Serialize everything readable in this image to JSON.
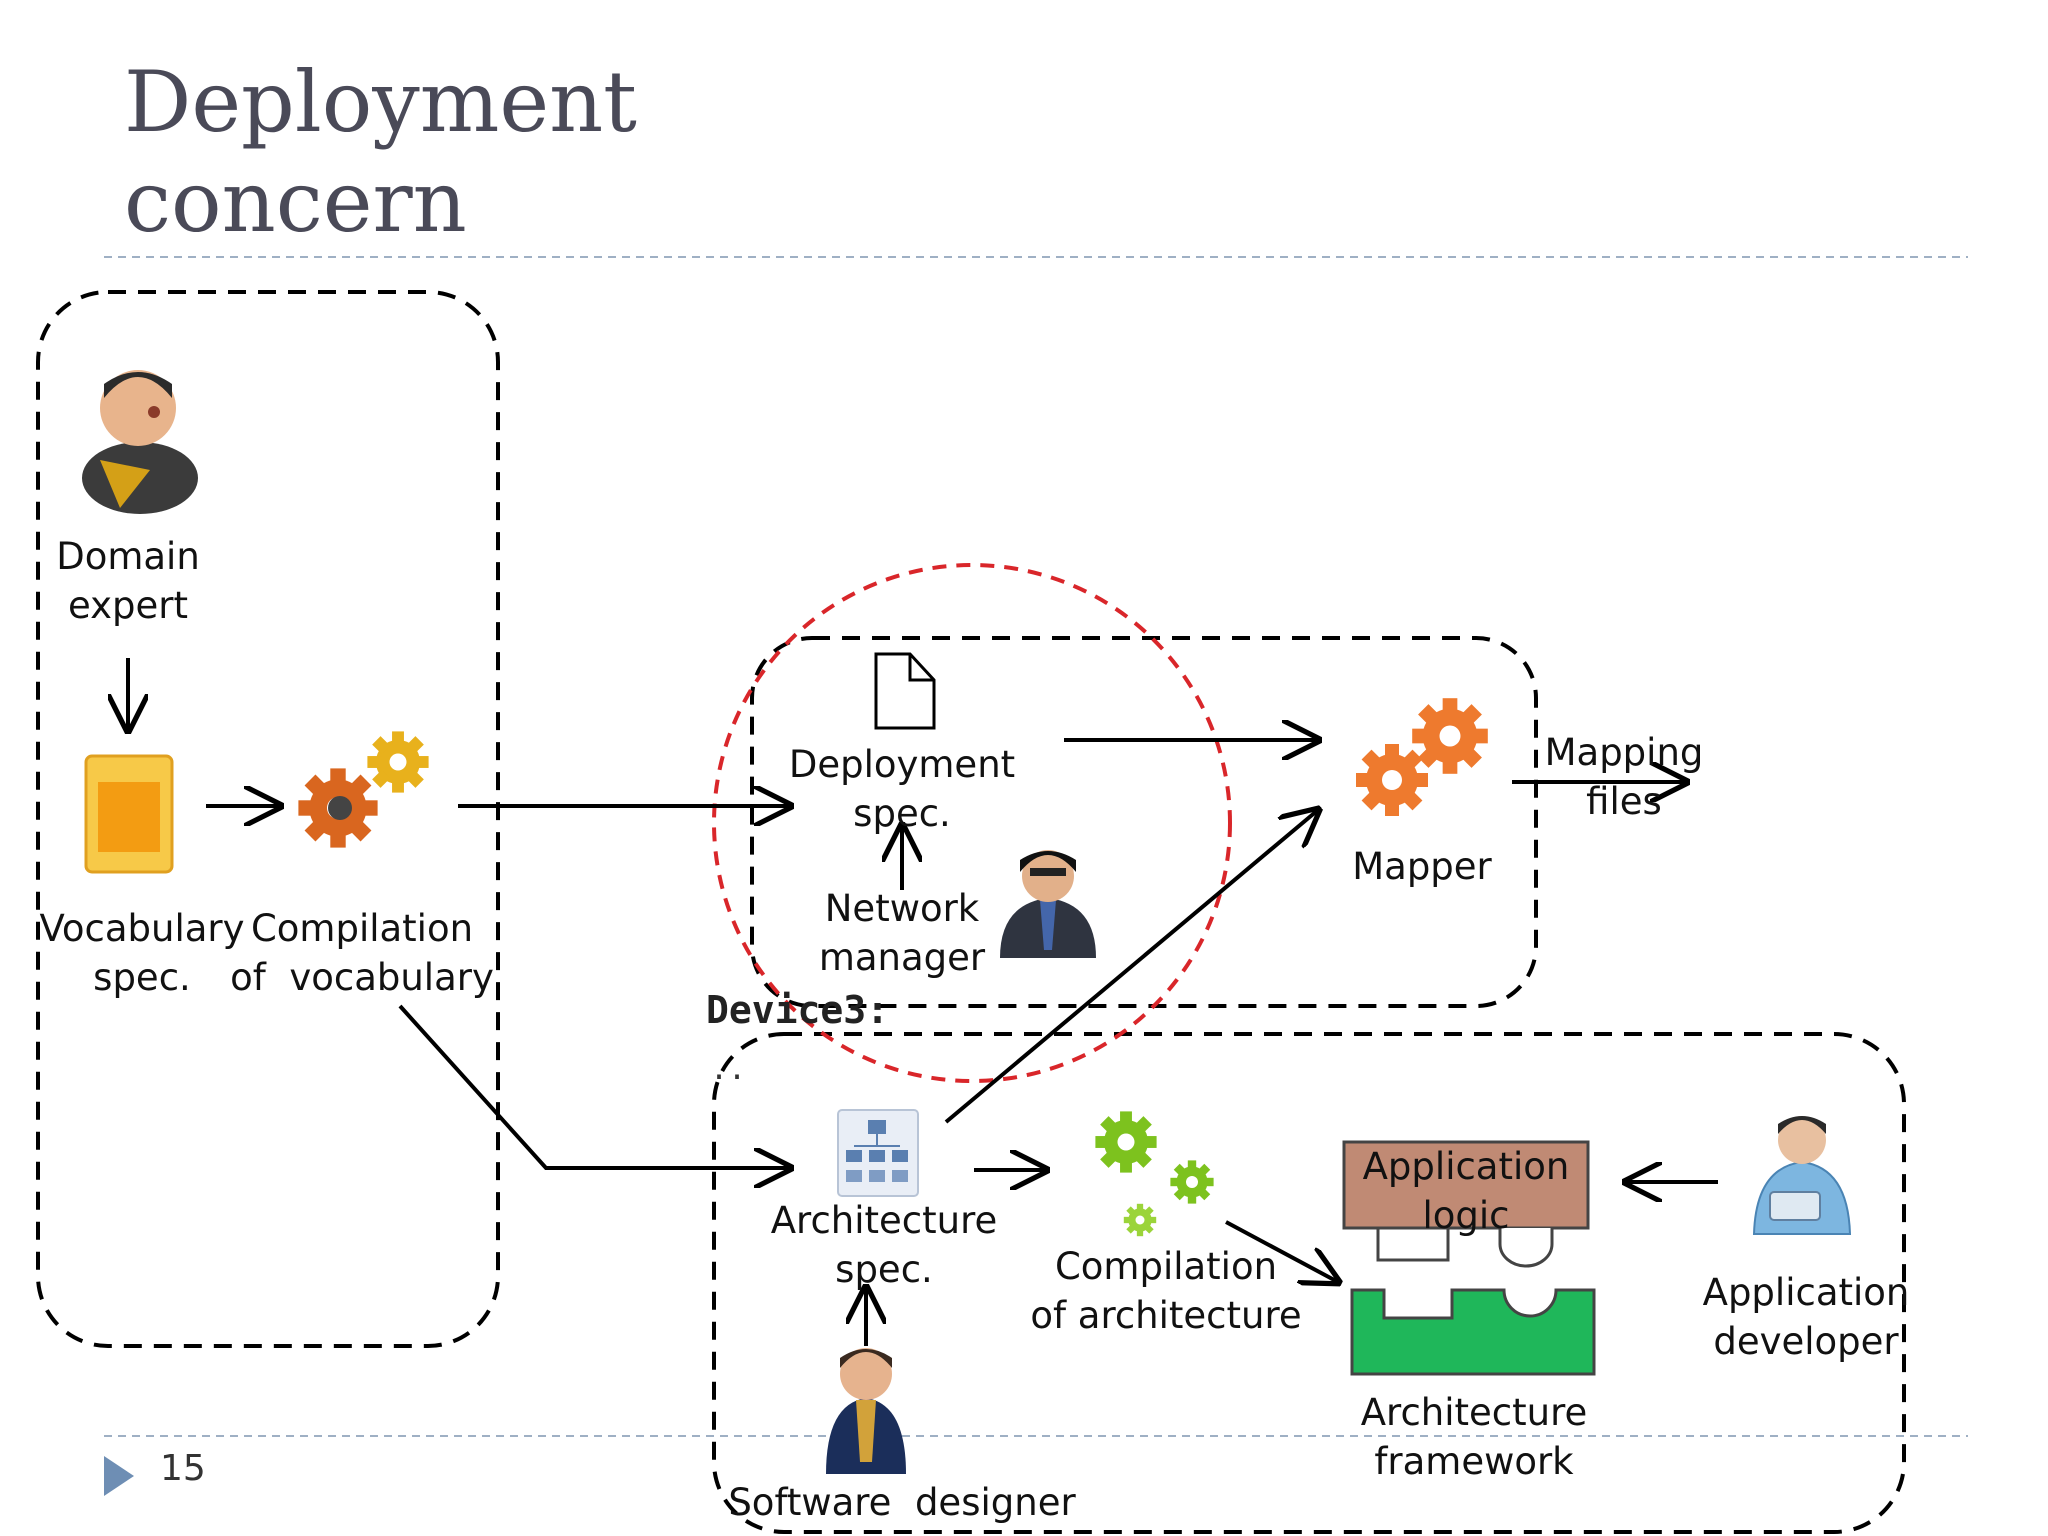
{
  "slide": {
    "title_line1": "Deployment",
    "title_line2": "concern",
    "page_number": "15"
  },
  "nodes": {
    "domain_expert": [
      "Domain",
      "expert"
    ],
    "vocabulary_spec": [
      "Vocabulary",
      "spec."
    ],
    "compilation_vocabulary": [
      "Compilation",
      "of  vocabulary"
    ],
    "deployment_spec": [
      "Deployment",
      "spec."
    ],
    "network_manager": [
      "Network",
      "manager"
    ],
    "mapper": "Mapper",
    "mapping_files": [
      "Mapping",
      "files"
    ],
    "device_code": "Device3:",
    "ellipsis": "..",
    "architecture_spec": [
      "Architecture",
      "spec."
    ],
    "compilation_architecture": [
      "Compilation",
      "of architecture"
    ],
    "application_logic": [
      "Application",
      "logic"
    ],
    "architecture_framework": [
      "Architecture",
      "framework"
    ],
    "application_developer": [
      "Application",
      "developer"
    ],
    "software_designer": "Software  designer"
  },
  "colors": {
    "title": "#4a4a58",
    "highlight_circle": "#d9262a",
    "application_logic_fill": "#c08a74",
    "architecture_framework_fill": "#1fb75a",
    "gear_orange": "#ee7a2e",
    "gear_green": "#7dc21e",
    "bullet": "#6e8eb4"
  }
}
